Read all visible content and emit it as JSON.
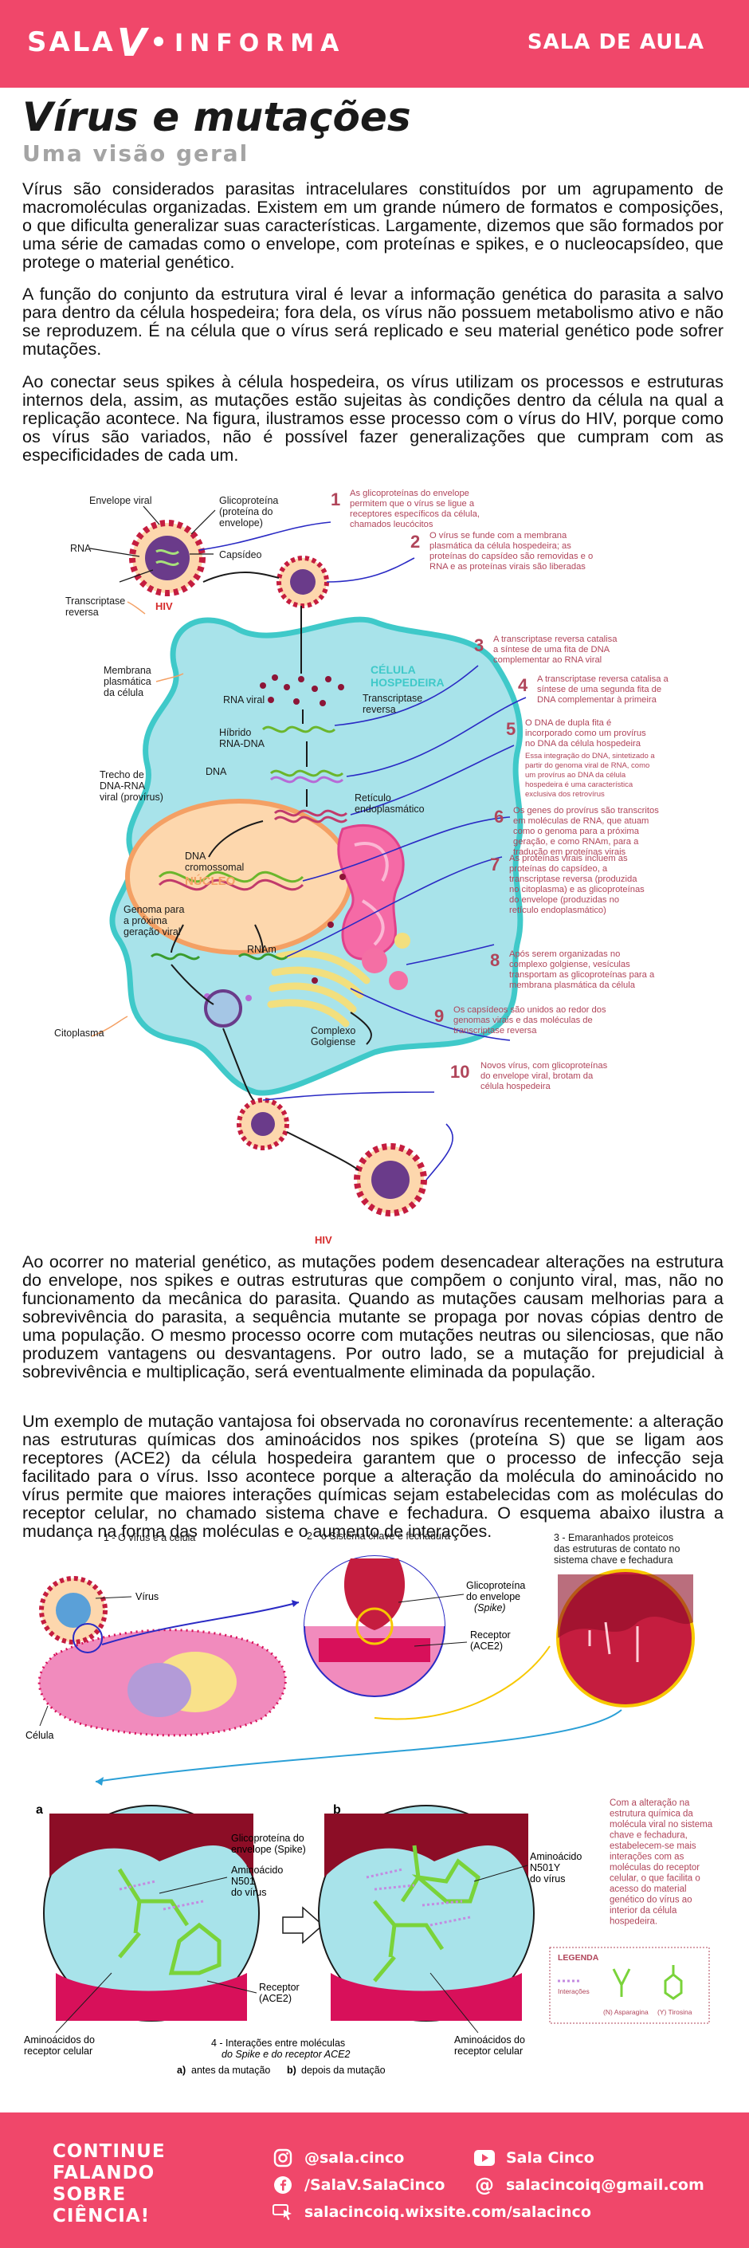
{
  "header": {
    "brand_sala": "SALA",
    "brand_v": "V",
    "brand_informa": "INFORMA",
    "section": "SALA DE AULA"
  },
  "article": {
    "title": "Vírus e mutações",
    "subtitle": "Uma visão geral",
    "paragraphs": [
      "Vírus são considerados parasitas intracelulares constituídos por um agrupamento de macromoléculas organizadas. Existem em um grande número de formatos e composições, o que dificulta generalizar suas características. Largamente, dizemos que são formados por uma série de camadas como o envelope, com proteínas e spikes, e o nucleocapsídeo, que protege o material genético.",
      "A função do conjunto da estrutura viral é levar a informação genética do parasita a salvo para dentro da célula hospedeira; fora dela, os vírus não possuem metabolismo ativo e não se reproduzem. É na célula que o vírus será replicado e seu material genético pode sofrer mutações.",
      "Ao conectar seus spikes à célula hospedeira, os vírus utilizam os processos e estruturas internos dela, assim, as mutações estão sujeitas às condições dentro da célula na qual a replicação acontece. Na figura, ilustramos esse processo com o vírus do HIV, porque como os vírus são variados, não é possível fazer generalizações que cumpram com as especificidades de cada um.",
      "Ao ocorrer no material genético, as mutações podem desencadear alterações na estrutura do envelope, nos spikes e outras estruturas que compõem o conjunto viral, mas, não no funcionamento da mecânica do parasita. Quando as mutações causam melhorias para a sobrevivência do parasita, a sequência mutante se propaga por novas cópias dentro de uma população. O mesmo processo ocorre com mutações neutras ou silenciosas, que não produzem vantagens ou desvantagens. Por outro lado, se a mutação for prejudicial à sobrevivência e multiplicação, será eventualmente eliminada da população.",
      "Um exemplo de mutação vantajosa foi observada no coronavírus recentemente: a alteração nas estruturas químicas dos aminoácidos nos spikes (proteína S) que se ligam aos receptores (ACE2) da célula hospedeira garantem que o processo de infecção seja facilitado para o vírus. Isso acontece porque a alteração da molécula do aminoácido no vírus permite que maiores interações químicas sejam estabelecidas com as moléculas do receptor celular, no chamado sistema chave e fechadura. O esquema abaixo ilustra a mudança na forma das moléculas e o aumento de interações."
    ]
  },
  "hiv_figure": {
    "labels": {
      "envelope": "Envelope viral",
      "glyco1": "Glicoproteína",
      "glyco2": "(proteína do",
      "glyco3": "envelope)",
      "rna": "RNA",
      "capsid": "Capsídeo",
      "rt1": "Transcriptase",
      "rt2": "reversa",
      "hiv": "HIV",
      "hiv_bottom": "HIV",
      "membrane1": "Membrana",
      "membrane2": "plasmática",
      "membrane3": "da célula",
      "host1": "CÉLULA",
      "host2": "HOSPEDEIRA",
      "viral_rna": "RNA viral",
      "rt_in1": "Transcriptase",
      "rt_in2": "reversa",
      "hybrid1": "Híbrido",
      "hybrid2": "RNA-DNA",
      "dna": "DNA",
      "provirus1": "Trecho de",
      "provirus2": "DNA-RNA",
      "provirus3": "viral (provírus)",
      "er1": "Retículo",
      "er2": "endoplasmático",
      "chromo1": "DNA",
      "chromo2": "cromossomal",
      "nucleus": "NÚCLEO",
      "genome1": "Genoma para",
      "genome2": "a próxima",
      "genome3": "geração viral",
      "mrna": "RNAm",
      "cytoplasm": "Citoplasma",
      "golgi1": "Complexo",
      "golgi2": "Golgiense"
    },
    "steps": [
      {
        "num": "1",
        "lines": [
          "As glicoproteínas do envelope",
          "permitem que o vírus se ligue a",
          "receptores específicos da célula,",
          "chamados leucócitos"
        ]
      },
      {
        "num": "2",
        "lines": [
          "O vírus se funde com a membrana",
          "plasmática da célula hospedeira; as",
          "proteínas do capsídeo são removidas e o",
          "RNA e as proteínas virais são liberadas"
        ]
      },
      {
        "num": "3",
        "lines": [
          "A transcriptase reversa catalisa",
          "a síntese de uma fita de DNA",
          "complementar ao RNA viral"
        ]
      },
      {
        "num": "4",
        "lines": [
          "A transcriptase reversa catalisa a",
          "síntese de uma segunda fita de",
          "DNA complementar à primeira"
        ]
      },
      {
        "num": "5",
        "lines": [
          "O DNA de dupla fita é",
          "incorporado como um provírus",
          "no DNA da célula hospedeira"
        ],
        "note": [
          "Essa integração do DNA, sintetizado a",
          "partir do genoma viral de RNA, como",
          "um provírus ao DNA da célula",
          "hospedeira é uma característica",
          "exclusiva dos retrovírus"
        ]
      },
      {
        "num": "6",
        "lines": [
          "Os genes do provírus são transcritos",
          "em moléculas de RNA, que atuam",
          "como o genoma para a próxima",
          "geração, e como RNAm, para a",
          "tradução em proteínas virais"
        ]
      },
      {
        "num": "7",
        "lines": [
          "As proteínas virais incluem as",
          "proteínas do capsídeo, a",
          "transcriptase reversa (produzida",
          "no citoplasma) e as glicoproteínas",
          "do envelope (produzidas no",
          "retículo endoplasmático)"
        ]
      },
      {
        "num": "8",
        "lines": [
          "Após serem organizadas no",
          "complexo golgiense, vesículas",
          "transportam as glicoproteínas para a",
          "membrana plasmática da célula"
        ]
      },
      {
        "num": "9",
        "lines": [
          "Os capsídeos são unidos ao redor dos",
          "genomas virais e das moléculas de",
          "transcriptase reversa"
        ]
      },
      {
        "num": "10",
        "lines": [
          "Novos vírus, com glicoproteínas",
          "do envelope viral, brotam da",
          "célula hospedeira"
        ]
      }
    ]
  },
  "covid_figure": {
    "panel1": "1 - O vírus e a célula",
    "panel2": "2 - o Sistema chave e fechadura",
    "panel3a": "3 - Emaranhados proteicos",
    "panel3b": "das estruturas de contato no",
    "panel3c": "sistema chave e fechadura",
    "virus": "Vírus",
    "cell": "Célula",
    "glyco_a": "Glicoproteína",
    "glyco_b": "do envelope",
    "glyco_c": "(Spike)",
    "receptor_a": "Receptor",
    "receptor_b": "(ACE2)",
    "side_note": [
      "Com a alteração na",
      "estrutura química da",
      "molécula viral no sistema",
      "chave e fechadura,",
      "estabelecem-se mais",
      "interações com as",
      "moléculas do receptor",
      "celular, o que facilita o",
      "acesso do material",
      "genético do vírus ao",
      "interior da célula",
      "hospedeira."
    ],
    "label_a": "a",
    "label_b": "b",
    "glyco_env_a": "Glicoproteína  do",
    "glyco_env_b": "envelope (Spike)",
    "aa_n501_a": "Aminoácido",
    "aa_n501_b": "N501",
    "aa_n501_c": "do vírus",
    "aa_n501y_a": "Aminoácido",
    "aa_n501y_b": "N501Y",
    "aa_n501y_c": "do vírus",
    "receptor_c": "Receptor",
    "receptor_d": "(ACE2)",
    "aa_rec_a": "Aminoácidos do",
    "aa_rec_b": "receptor celular",
    "aa_rec_c": "Aminoácidos do",
    "aa_rec_d": "receptor celular",
    "legend_title": "LEGENDA",
    "legend_interactions": "Interações",
    "legend_asn": "(N) Asparagina",
    "legend_tyr": "(Y) Tirosina",
    "caption1": "4 - Interações entre moléculas",
    "caption2": "do Spike e do receptor ACE2",
    "caption_a_key": "a)",
    "caption_a": "antes da mutação",
    "caption_b_key": "b)",
    "caption_b": "depois da mutação"
  },
  "footer": {
    "cta_lines": [
      "CONTINUE",
      "FALANDO",
      "SOBRE",
      "CIÊNCIA!"
    ],
    "instagram": "@sala.cinco",
    "youtube": "Sala Cinco",
    "facebook": "/SalaV.SalaCinco",
    "email": "salacincoiq@gmail.com",
    "site": "salacincoiq.wixsite.com/salacinco"
  },
  "colors": {
    "brand": "#f0476a",
    "annotation": "#b0455a",
    "cell": "#a8e3ea",
    "membrane": "#3fc9c9",
    "nucleus": "#fdd7ad",
    "step_number": "#b0455a"
  }
}
